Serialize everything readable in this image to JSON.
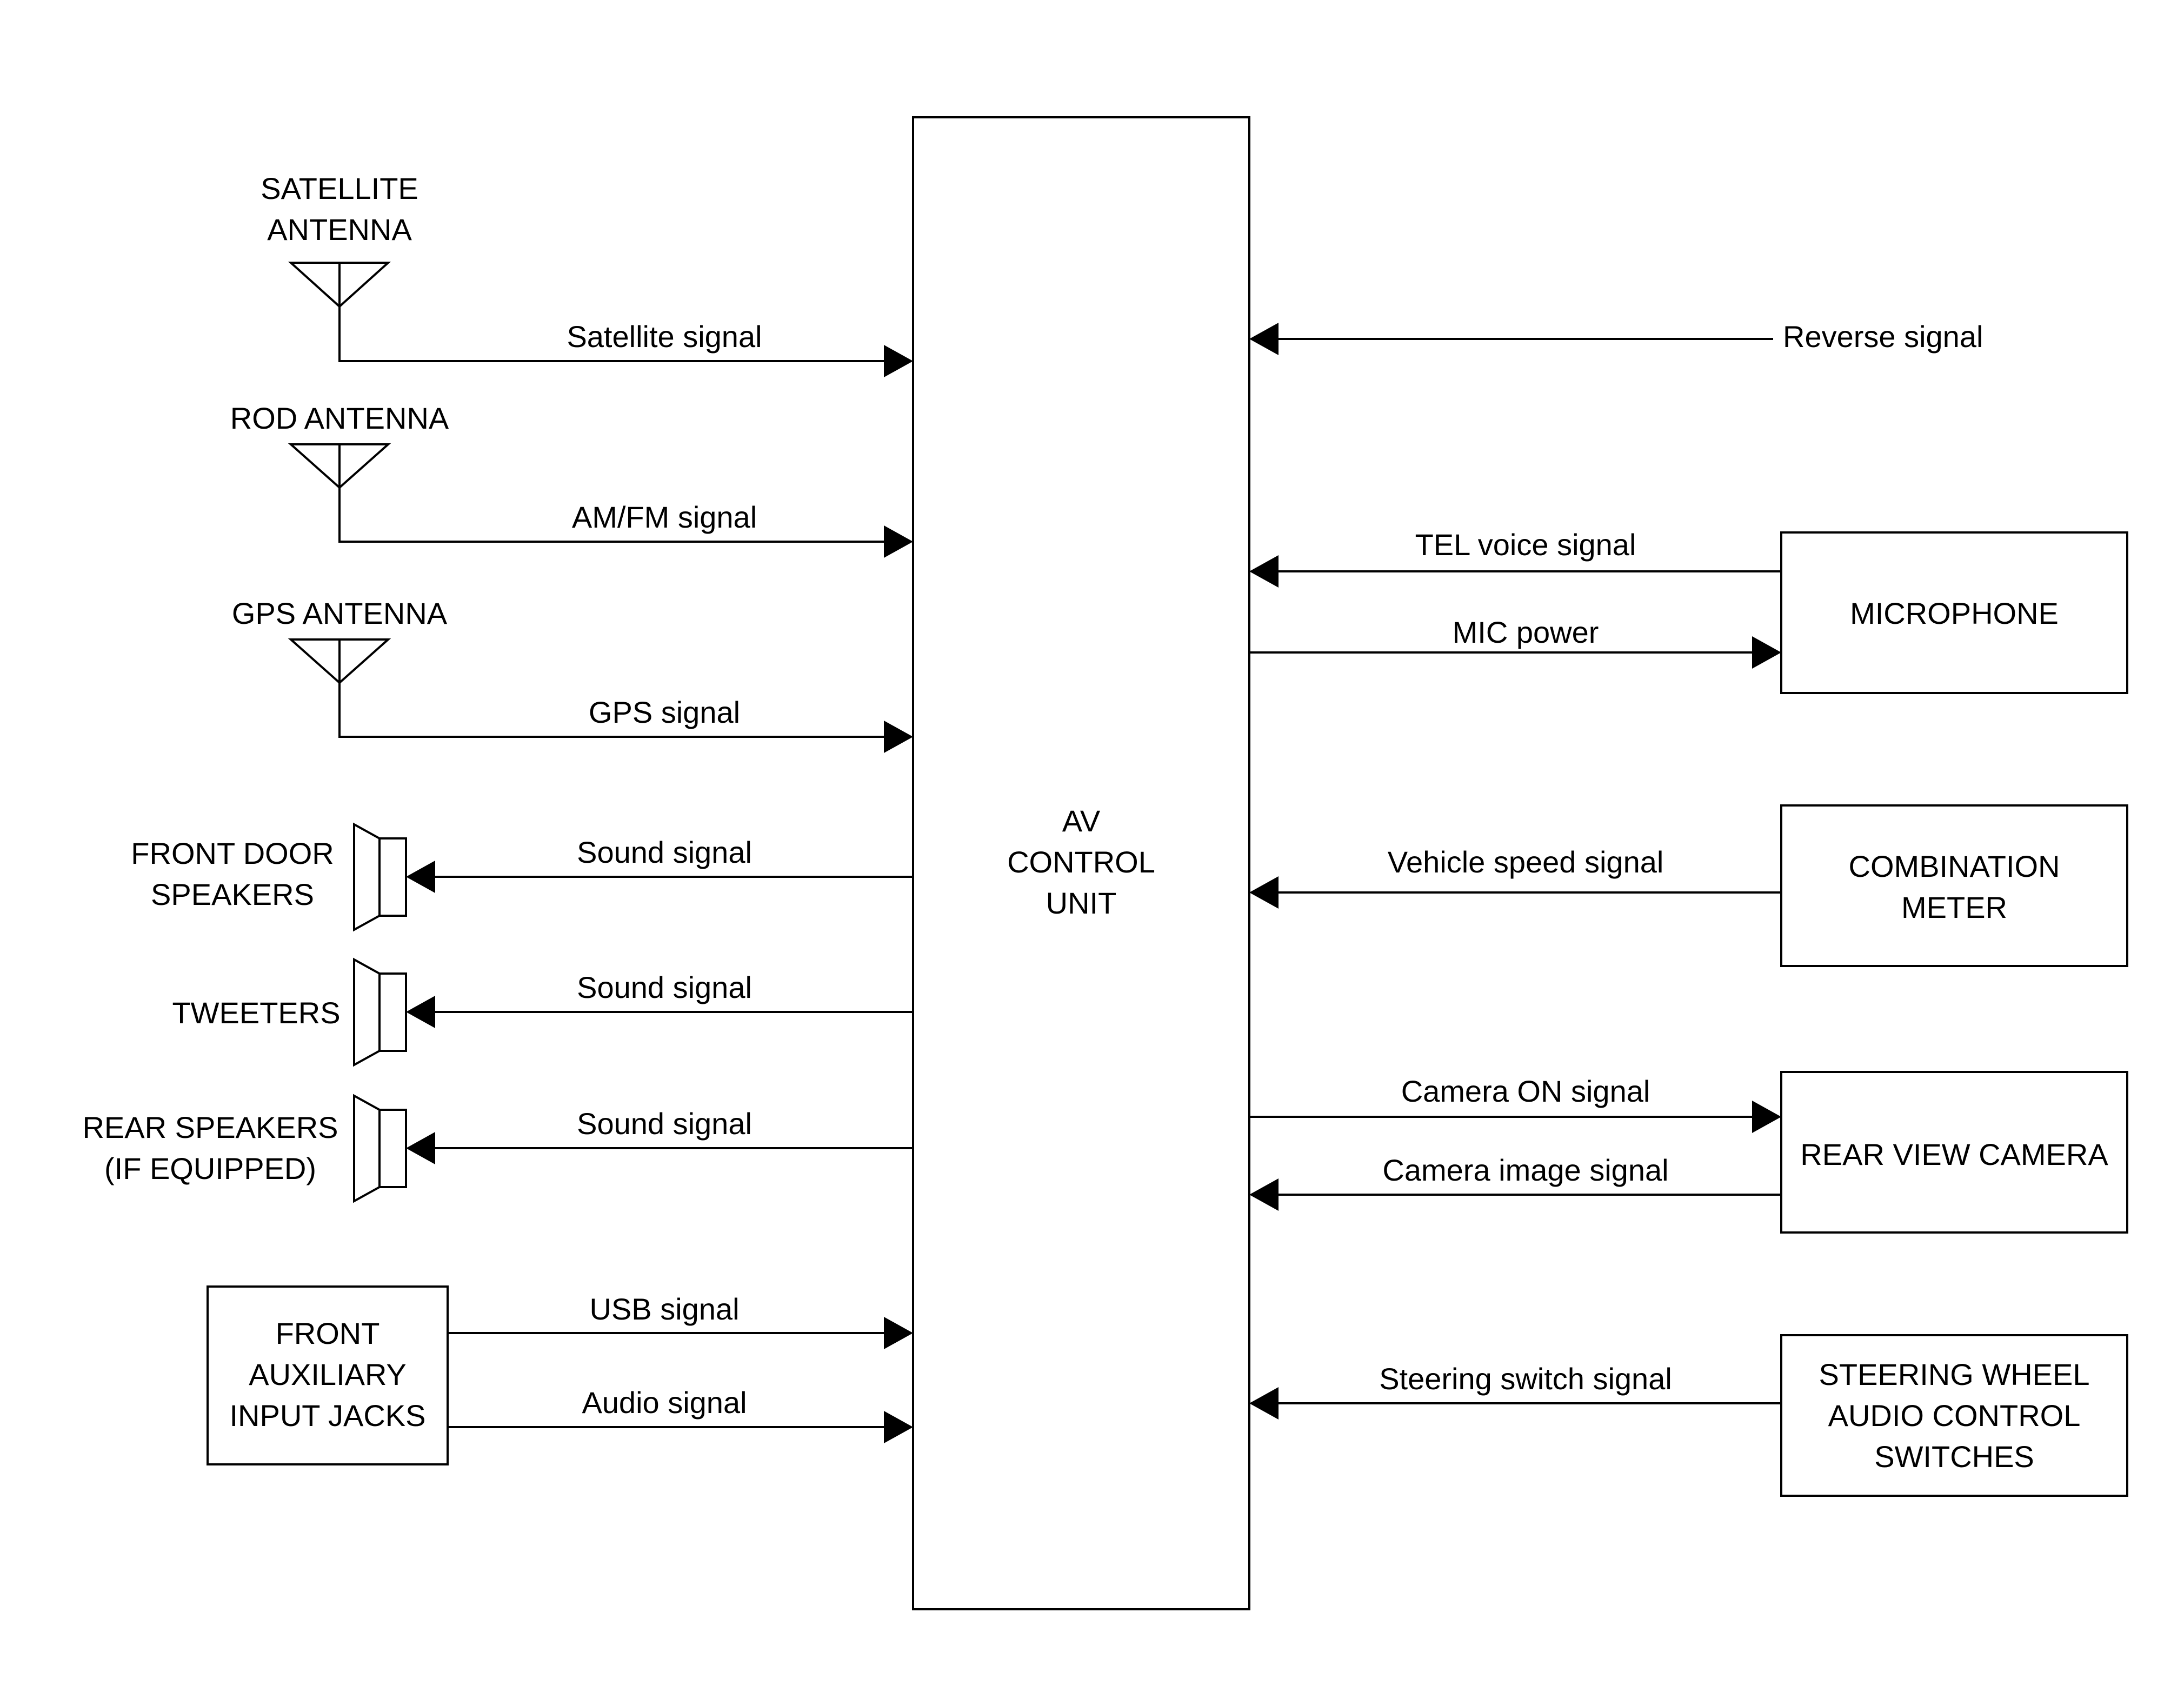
{
  "diagram": {
    "center_unit": [
      "AV",
      "CONTROL",
      "UNIT"
    ],
    "antennas": [
      {
        "label": [
          "SATELLITE",
          "ANTENNA"
        ],
        "signal": "Satellite signal"
      },
      {
        "label": [
          "ROD ANTENNA"
        ],
        "signal": "AM/FM signal"
      },
      {
        "label": [
          "GPS ANTENNA"
        ],
        "signal": "GPS signal"
      }
    ],
    "speakers": [
      {
        "label": [
          "FRONT DOOR",
          "SPEAKERS"
        ],
        "signal": "Sound signal"
      },
      {
        "label": [
          "TWEETERS"
        ],
        "signal": "Sound signal"
      },
      {
        "label": [
          "REAR SPEAKERS",
          "(IF EQUIPPED)"
        ],
        "signal": "Sound signal"
      }
    ],
    "aux": {
      "label": [
        "FRONT",
        "AUXILIARY",
        "INPUT JACKS"
      ],
      "signals": [
        "USB signal",
        "Audio signal"
      ]
    },
    "reverse_signal": "Reverse signal",
    "microphone": {
      "label": [
        "MICROPHONE"
      ],
      "signals": [
        "TEL voice signal",
        "MIC power"
      ]
    },
    "combination_meter": {
      "label": [
        "COMBINATION",
        "METER"
      ],
      "signal": "Vehicle speed signal"
    },
    "rear_camera": {
      "label": [
        "REAR VIEW CAMERA"
      ],
      "signals": [
        "Camera ON signal",
        "Camera image signal"
      ]
    },
    "steering_switches": {
      "label": [
        "STEERING WHEEL",
        "AUDIO CONTROL",
        "SWITCHES"
      ],
      "signal": "Steering switch signal"
    }
  }
}
